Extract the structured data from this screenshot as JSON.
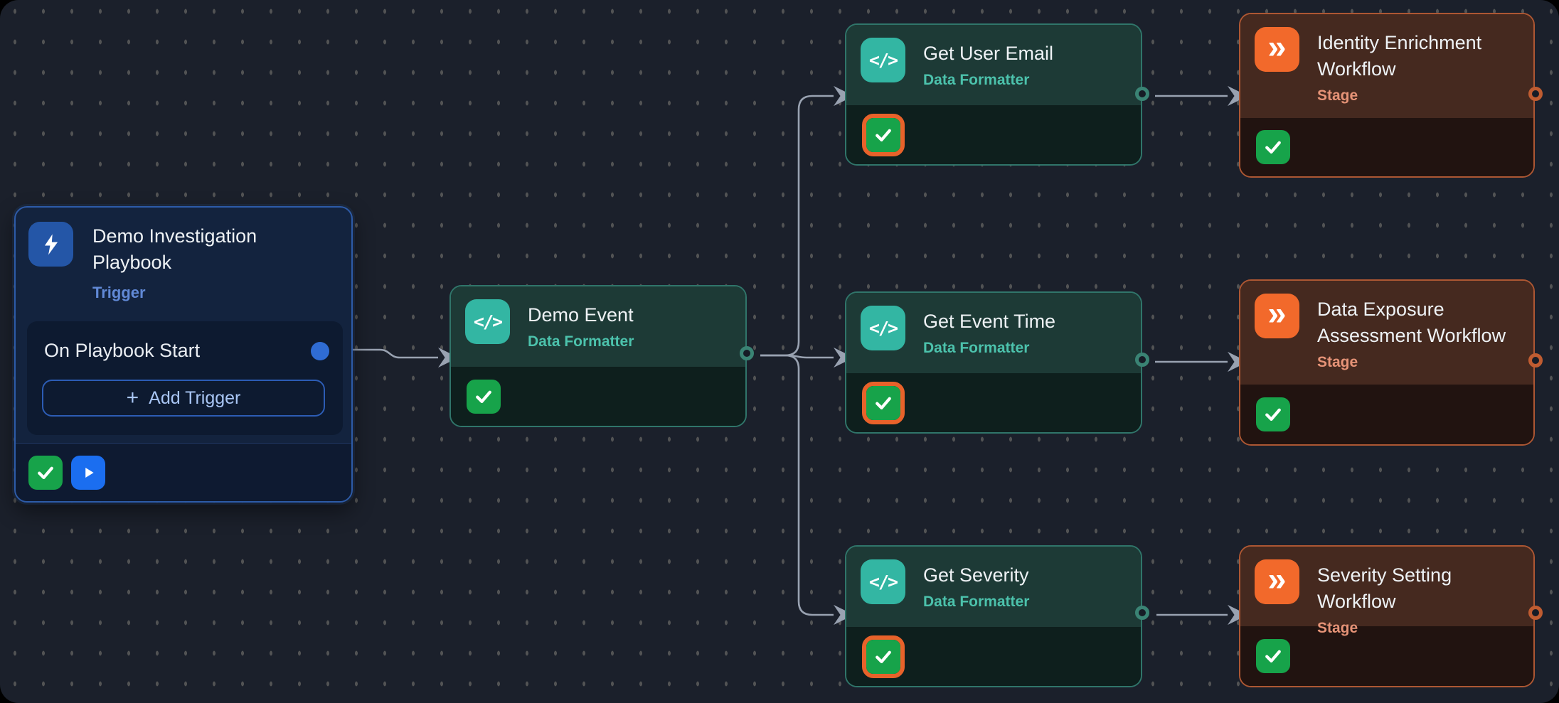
{
  "canvas": {
    "background": "#1b202b",
    "outside_background": "#000000",
    "dot_grid_color": "rgba(158,152,140,0.42)",
    "connector_color": "#99a2b1"
  },
  "colors": {
    "check_green": "#17a34a",
    "play_blue": "#1b6ef0",
    "selected_ring_orange": "#e8622a",
    "trigger_accent": "#6189d6",
    "trigger_border": "#2d5ba8",
    "trigger_icon_bg": "#2456a7",
    "trigger_port_blue": "#2f6cd3",
    "formatter_border": "#30756a",
    "formatter_icon_bg": "#33b6a3",
    "formatter_subtitle": "#4cc2ac",
    "stage_border": "#ad5733",
    "stage_icon_bg": "#f2692b",
    "stage_subtitle": "#e69377"
  },
  "trigger_node": {
    "title": "Demo Investigation Playbook",
    "type_label": "Trigger",
    "icon": "lightning-bolt-icon",
    "row_label": "On Playbook Start",
    "add_button": {
      "plus": "+",
      "label": "Add Trigger"
    },
    "footer_icons": [
      "check",
      "play"
    ]
  },
  "nodes": [
    {
      "id": "demo-event",
      "title": "Demo Event",
      "subtitle": "Data Formatter",
      "icon_glyph": "</>",
      "selected": false
    },
    {
      "id": "get-user-email",
      "title": "Get User Email",
      "subtitle": "Data Formatter",
      "icon_glyph": "</>",
      "selected": true
    },
    {
      "id": "get-event-time",
      "title": "Get Event Time",
      "subtitle": "Data Formatter",
      "icon_glyph": "</>",
      "selected": true
    },
    {
      "id": "get-severity",
      "title": "Get Severity",
      "subtitle": "Data Formatter",
      "icon_glyph": "</>",
      "selected": true
    },
    {
      "id": "identity-enrichment",
      "title": "Identity Enrichment Workflow",
      "subtitle": "Stage",
      "icon_glyph": "»",
      "selected": false
    },
    {
      "id": "data-exposure",
      "title": "Data Exposure Assessment Workflow",
      "subtitle": "Stage",
      "icon_glyph": "»",
      "selected": false
    },
    {
      "id": "severity-setting",
      "title": "Severity Setting Workflow",
      "subtitle": "Stage",
      "icon_glyph": "»",
      "selected": false
    }
  ]
}
